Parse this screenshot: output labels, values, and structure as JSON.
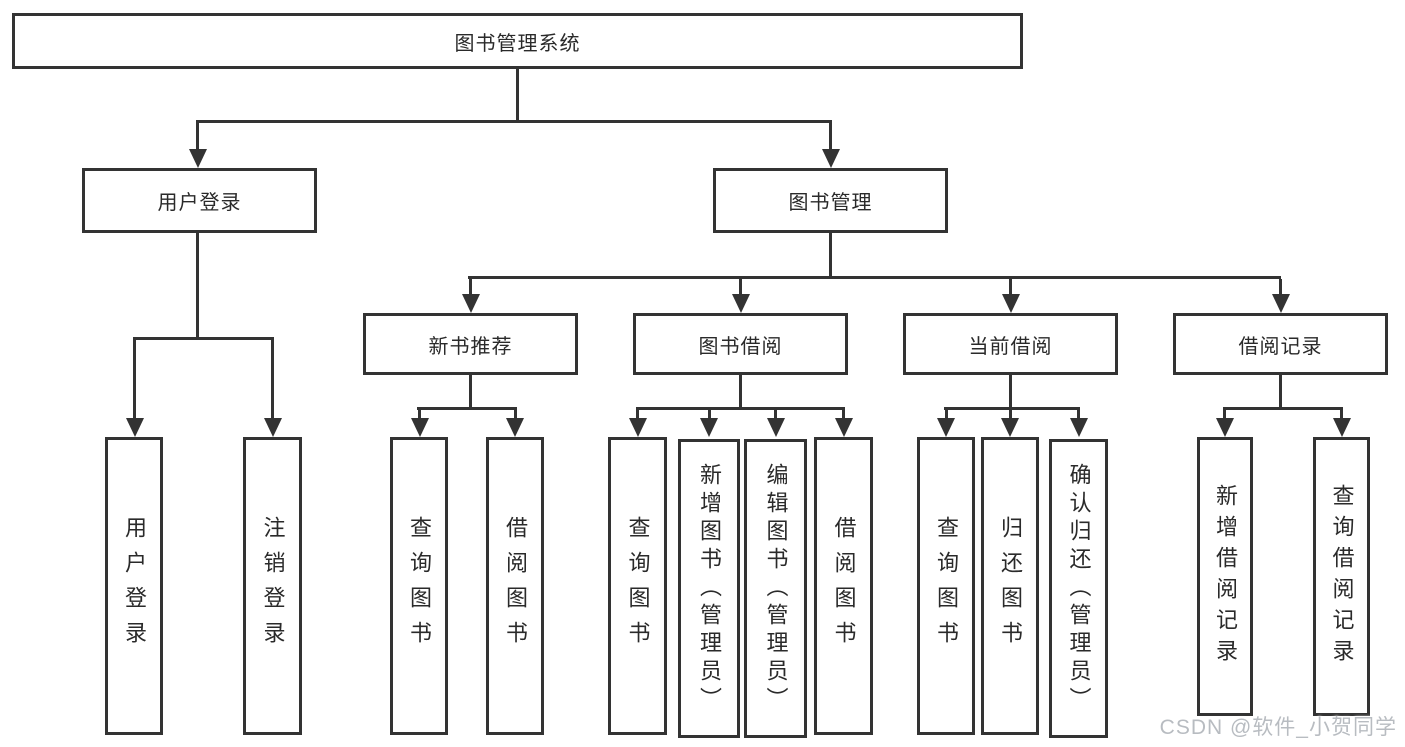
{
  "diagram": {
    "root": {
      "label": "图书管理系统"
    },
    "branches": [
      {
        "label": "用户登录",
        "children": [
          {
            "label": "用户登录"
          },
          {
            "label": "注销登录"
          }
        ]
      },
      {
        "label": "图书管理",
        "children": [
          {
            "label": "新书推荐",
            "children": [
              {
                "label": "查询图书"
              },
              {
                "label": "借阅图书"
              }
            ]
          },
          {
            "label": "图书借阅",
            "children": [
              {
                "label": "查询图书"
              },
              {
                "label": "新增图书（管理员）"
              },
              {
                "label": "编辑图书（管理员）"
              },
              {
                "label": "借阅图书"
              }
            ]
          },
          {
            "label": "当前借阅",
            "children": [
              {
                "label": "查询图书"
              },
              {
                "label": "归还图书"
              },
              {
                "label": "确认归还（管理员）"
              }
            ]
          },
          {
            "label": "借阅记录",
            "children": [
              {
                "label": "新增借阅记录"
              },
              {
                "label": "查询借阅记录"
              }
            ]
          }
        ]
      }
    ]
  },
  "colors": {
    "line": "#333333",
    "text": "#2a2a2a",
    "watermark": "#b8bcc1",
    "background": "#ffffff"
  },
  "watermark": {
    "text": "CSDN @软件_小贺同学"
  }
}
